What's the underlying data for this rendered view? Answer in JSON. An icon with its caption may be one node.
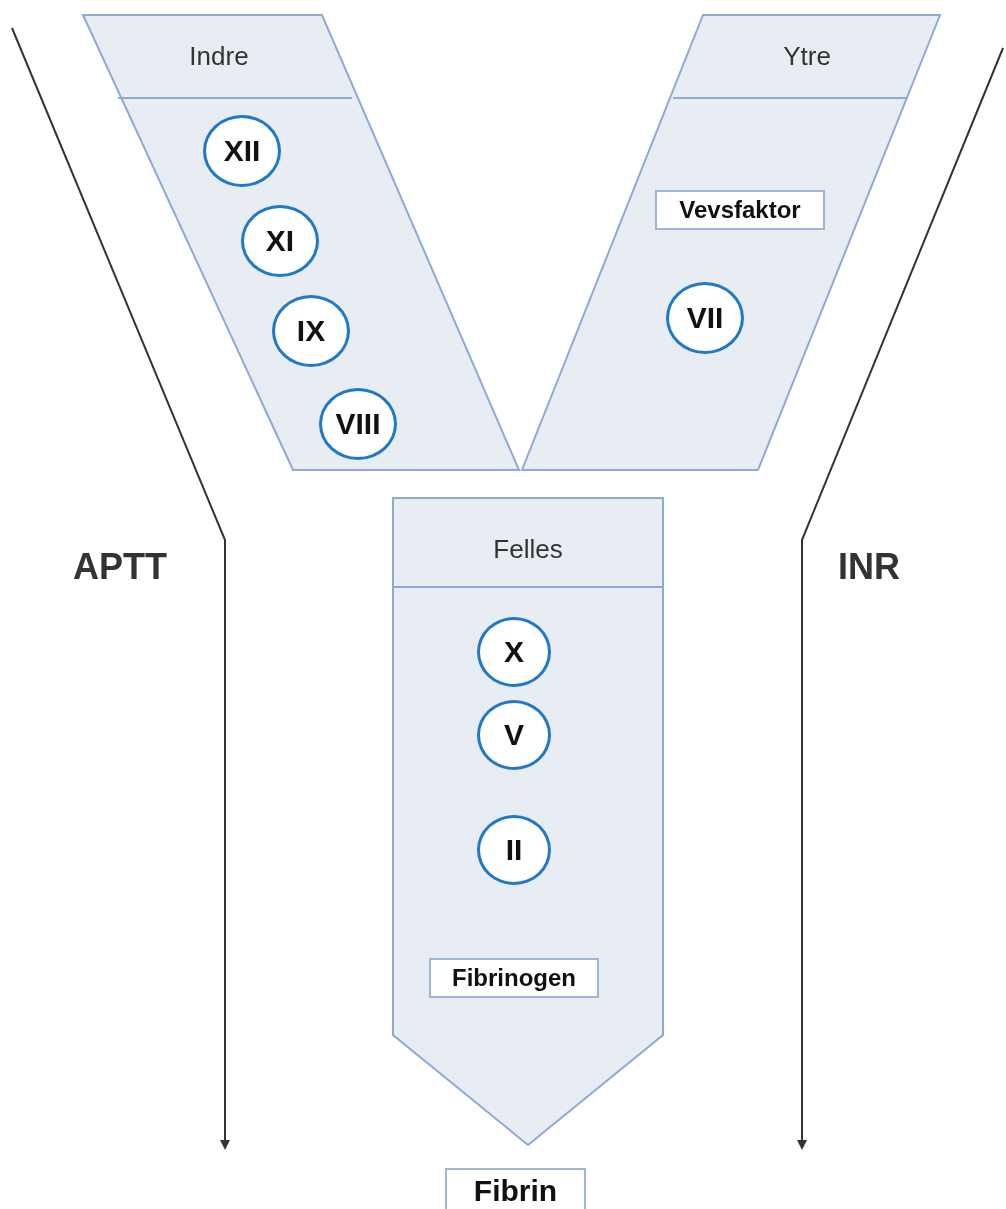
{
  "diagram": {
    "nodes": [
      {
        "text": [
          "Indre"
        ]
      },
      {
        "text": [
          "XII"
        ],
        "in": 0
      },
      {
        "text": [
          "XI"
        ],
        "in": 0
      },
      {
        "text": [
          "IX"
        ],
        "in": 0
      },
      {
        "text": [
          "VIII"
        ],
        "in": 0
      },
      {
        "text": [
          "Ytre"
        ]
      },
      {
        "text": [
          "Vevsfaktor"
        ],
        "in": 5
      },
      {
        "text": [
          "VII"
        ],
        "in": 5
      },
      {
        "text": [
          "Felles"
        ]
      },
      {
        "text": [
          "X"
        ],
        "in": 8
      },
      {
        "text": [
          "V"
        ],
        "in": 8
      },
      {
        "text": [
          "II"
        ],
        "in": 8
      },
      {
        "text": [
          "Fibrinogen"
        ],
        "in": 8
      },
      {
        "text": [
          "Fibrin"
        ]
      }
    ],
    "edges": [],
    "labels": [
      "APTT",
      "INR"
    ]
  }
}
